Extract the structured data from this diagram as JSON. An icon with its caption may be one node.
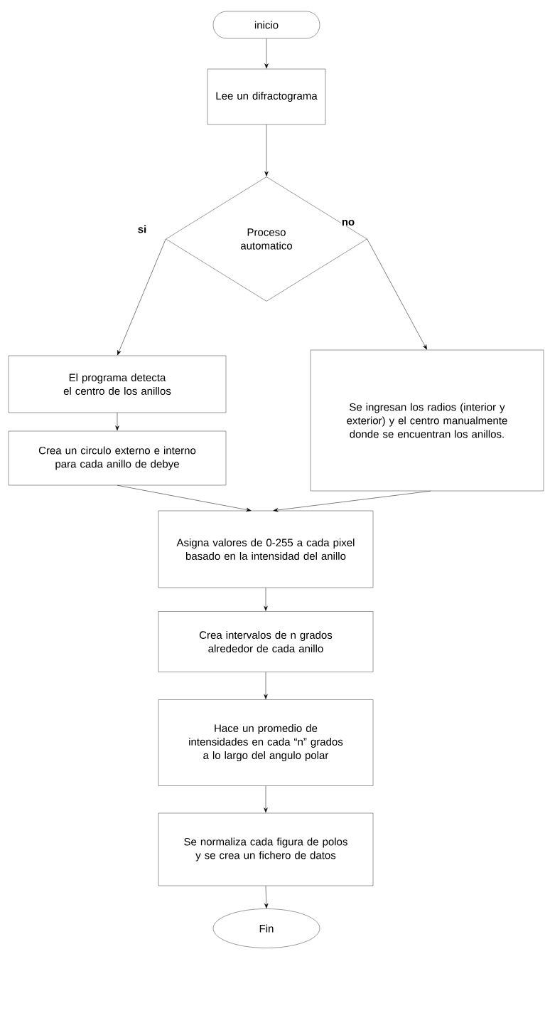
{
  "diagram": {
    "nodes": [
      {
        "text": [
          "inicio"
        ]
      },
      {
        "text": [
          "Lee un difractograma"
        ]
      },
      {
        "text": [
          "Proceso automatico"
        ]
      },
      {
        "text": [
          "El programa detecta el centro de los anillos"
        ]
      },
      {
        "text": [
          "Se ingresan los radios (interior y exterior) y el centro manualmente donde se encuentran los anillos."
        ]
      },
      {
        "text": [
          "Crea un circulo externo e interno para cada anillo de debye"
        ]
      },
      {
        "text": [
          "Asigna valores de 0-255 a cada pixel basado en la intensidad del anillo"
        ]
      },
      {
        "text": [
          "Crea intervalos de n grados alrededor de cada anillo"
        ]
      },
      {
        "text": [
          "Hace un promedio de intensidades en cada “n” grados a lo largo del angulo polar"
        ]
      },
      {
        "text": [
          "Se normaliza cada figura de polos y se crea un fichero de datos"
        ]
      },
      {
        "text": [
          "Fin"
        ]
      }
    ],
    "edges": [
      {
        "from": 0,
        "to": 1,
        "arrow": "to"
      },
      {
        "from": 1,
        "to": 2,
        "arrow": "to"
      },
      {
        "from": 2,
        "to": 3,
        "arrow": "to",
        "label": "si"
      },
      {
        "from": 2,
        "to": 4,
        "arrow": "to",
        "label": "no"
      },
      {
        "from": 3,
        "to": 5,
        "arrow": "to"
      },
      {
        "from": 5,
        "to": 6,
        "arrow": "to"
      },
      {
        "from": 4,
        "to": 6,
        "arrow": "to"
      },
      {
        "from": 6,
        "to": 7,
        "arrow": "to"
      },
      {
        "from": 7,
        "to": 8,
        "arrow": "to"
      },
      {
        "from": 8,
        "to": 9,
        "arrow": "to"
      },
      {
        "from": 9,
        "to": 10,
        "arrow": "to"
      }
    ]
  }
}
